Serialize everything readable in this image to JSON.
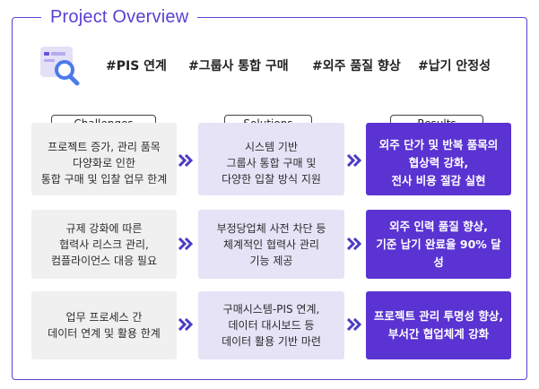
{
  "header": {
    "title": "Project Overview"
  },
  "icons": {
    "hero": "document-search-icon",
    "chevron": "double-chevron-right-icon"
  },
  "colors": {
    "accent": "#5b3fd4",
    "result_bg": "#5a33d2",
    "solution_bg": "#e6e3f7",
    "challenge_bg": "#f0f0f1"
  },
  "tags": [
    "#PIS 연계",
    "#그룹사 통합 구매",
    "#외주 품질 향상",
    "#납기 안정성"
  ],
  "columns": {
    "challenges": "Challenges",
    "solutions": "Solutions",
    "results": "Results"
  },
  "rows": [
    {
      "challenge": "프로젝트 증가, 관리 품목\n다양화로 인한\n통합 구매 및 입찰 업무 한계",
      "solution": "시스템 기반\n그룹사 통합 구매 및\n다양한 입찰 방식 지원",
      "result": "외주 단가 및 반복 품목의\n협상력 강화,\n전사 비용 절감 실현"
    },
    {
      "challenge": "규제 강화에 따른\n협력사 리스크 관리,\n컴플라이언스 대응 필요",
      "solution": "부정당업체 사전 차단 등\n체계적인 협력사 관리\n기능 제공",
      "result": "외주 인력 품질 향상,\n기준 납기 완료율 90% 달성"
    },
    {
      "challenge": "업무 프로세스 간\n데이터 연계 및 활용 한계",
      "solution": "구매시스템-PIS 연계,\n데이터 대시보드 등\n데이터 활용 기반 마련",
      "result": "프로젝트 관리 투명성 향상,\n부서간 협업체계 강화"
    }
  ]
}
